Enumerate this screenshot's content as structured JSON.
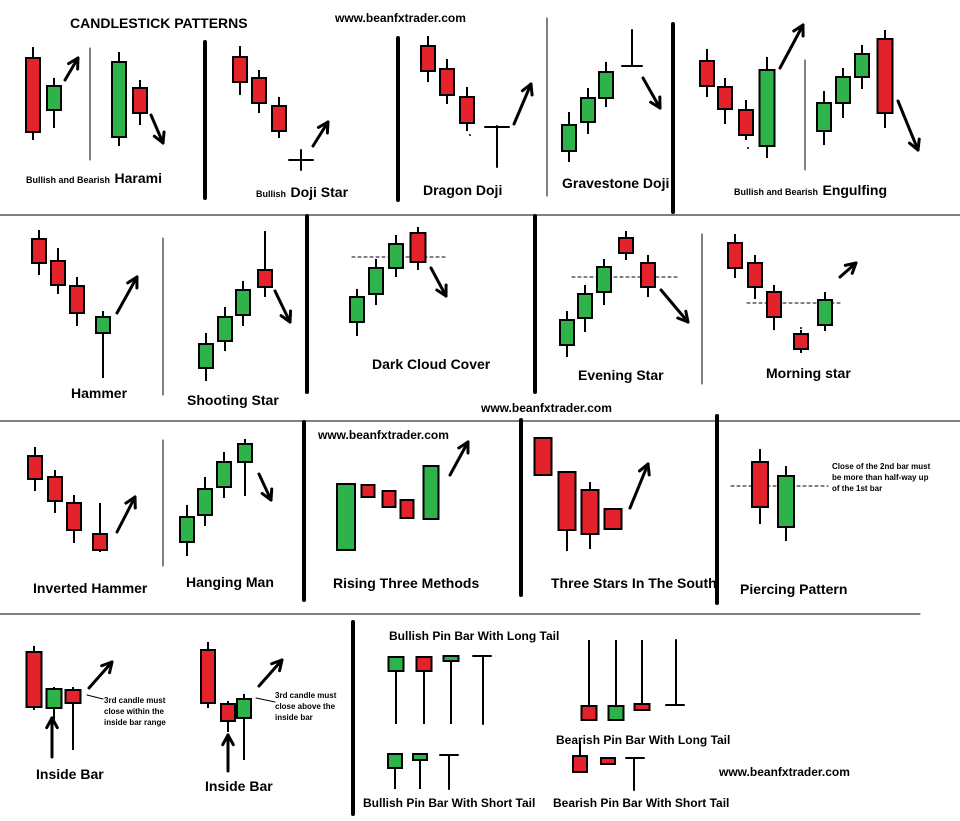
{
  "title": "CANDLESTICK PATTERNS",
  "website": "www.beanfxtrader.com",
  "colors": {
    "bull": "#2eb24a",
    "bear": "#e3222b",
    "ink": "#000000"
  },
  "labels": {
    "harami_prefix": "Bullish and Bearish",
    "harami_name": "Harami",
    "dojistar_prefix": "Bullish",
    "dojistar_name": "Doji Star",
    "dragon_doji": "Dragon Doji",
    "gravestone_doji": "Gravestone Doji",
    "engulfing_prefix": "Bullish and Bearish",
    "engulfing_name": "Engulfing",
    "hammer": "Hammer",
    "shooting_star": "Shooting Star",
    "dark_cloud_cover": "Dark Cloud Cover",
    "evening_star": "Evening Star",
    "morning_star": "Morning star",
    "inverted_hammer": "Inverted Hammer",
    "hanging_man": "Hanging Man",
    "rising_three_methods": "Rising Three Methods",
    "three_stars_south": "Three Stars In The South",
    "piercing_pattern": "Piercing Pattern",
    "piercing_note": "Close of the 2nd bar must be more than half-way up of the 1st bar",
    "inside_bar": "Inside Bar",
    "inside_bar_note_1": "3rd candle must close within the inside bar range",
    "inside_bar_note_2": "3rd candle must close above the inside bar",
    "bullish_pin_long": "Bullish Pin Bar With Long Tail",
    "bullish_pin_short": "Bullish Pin Bar With Short Tail",
    "bearish_pin_long": "Bearish Pin Bar With Long Tail",
    "bearish_pin_short": "Bearish Pin Bar With Short Tail"
  }
}
